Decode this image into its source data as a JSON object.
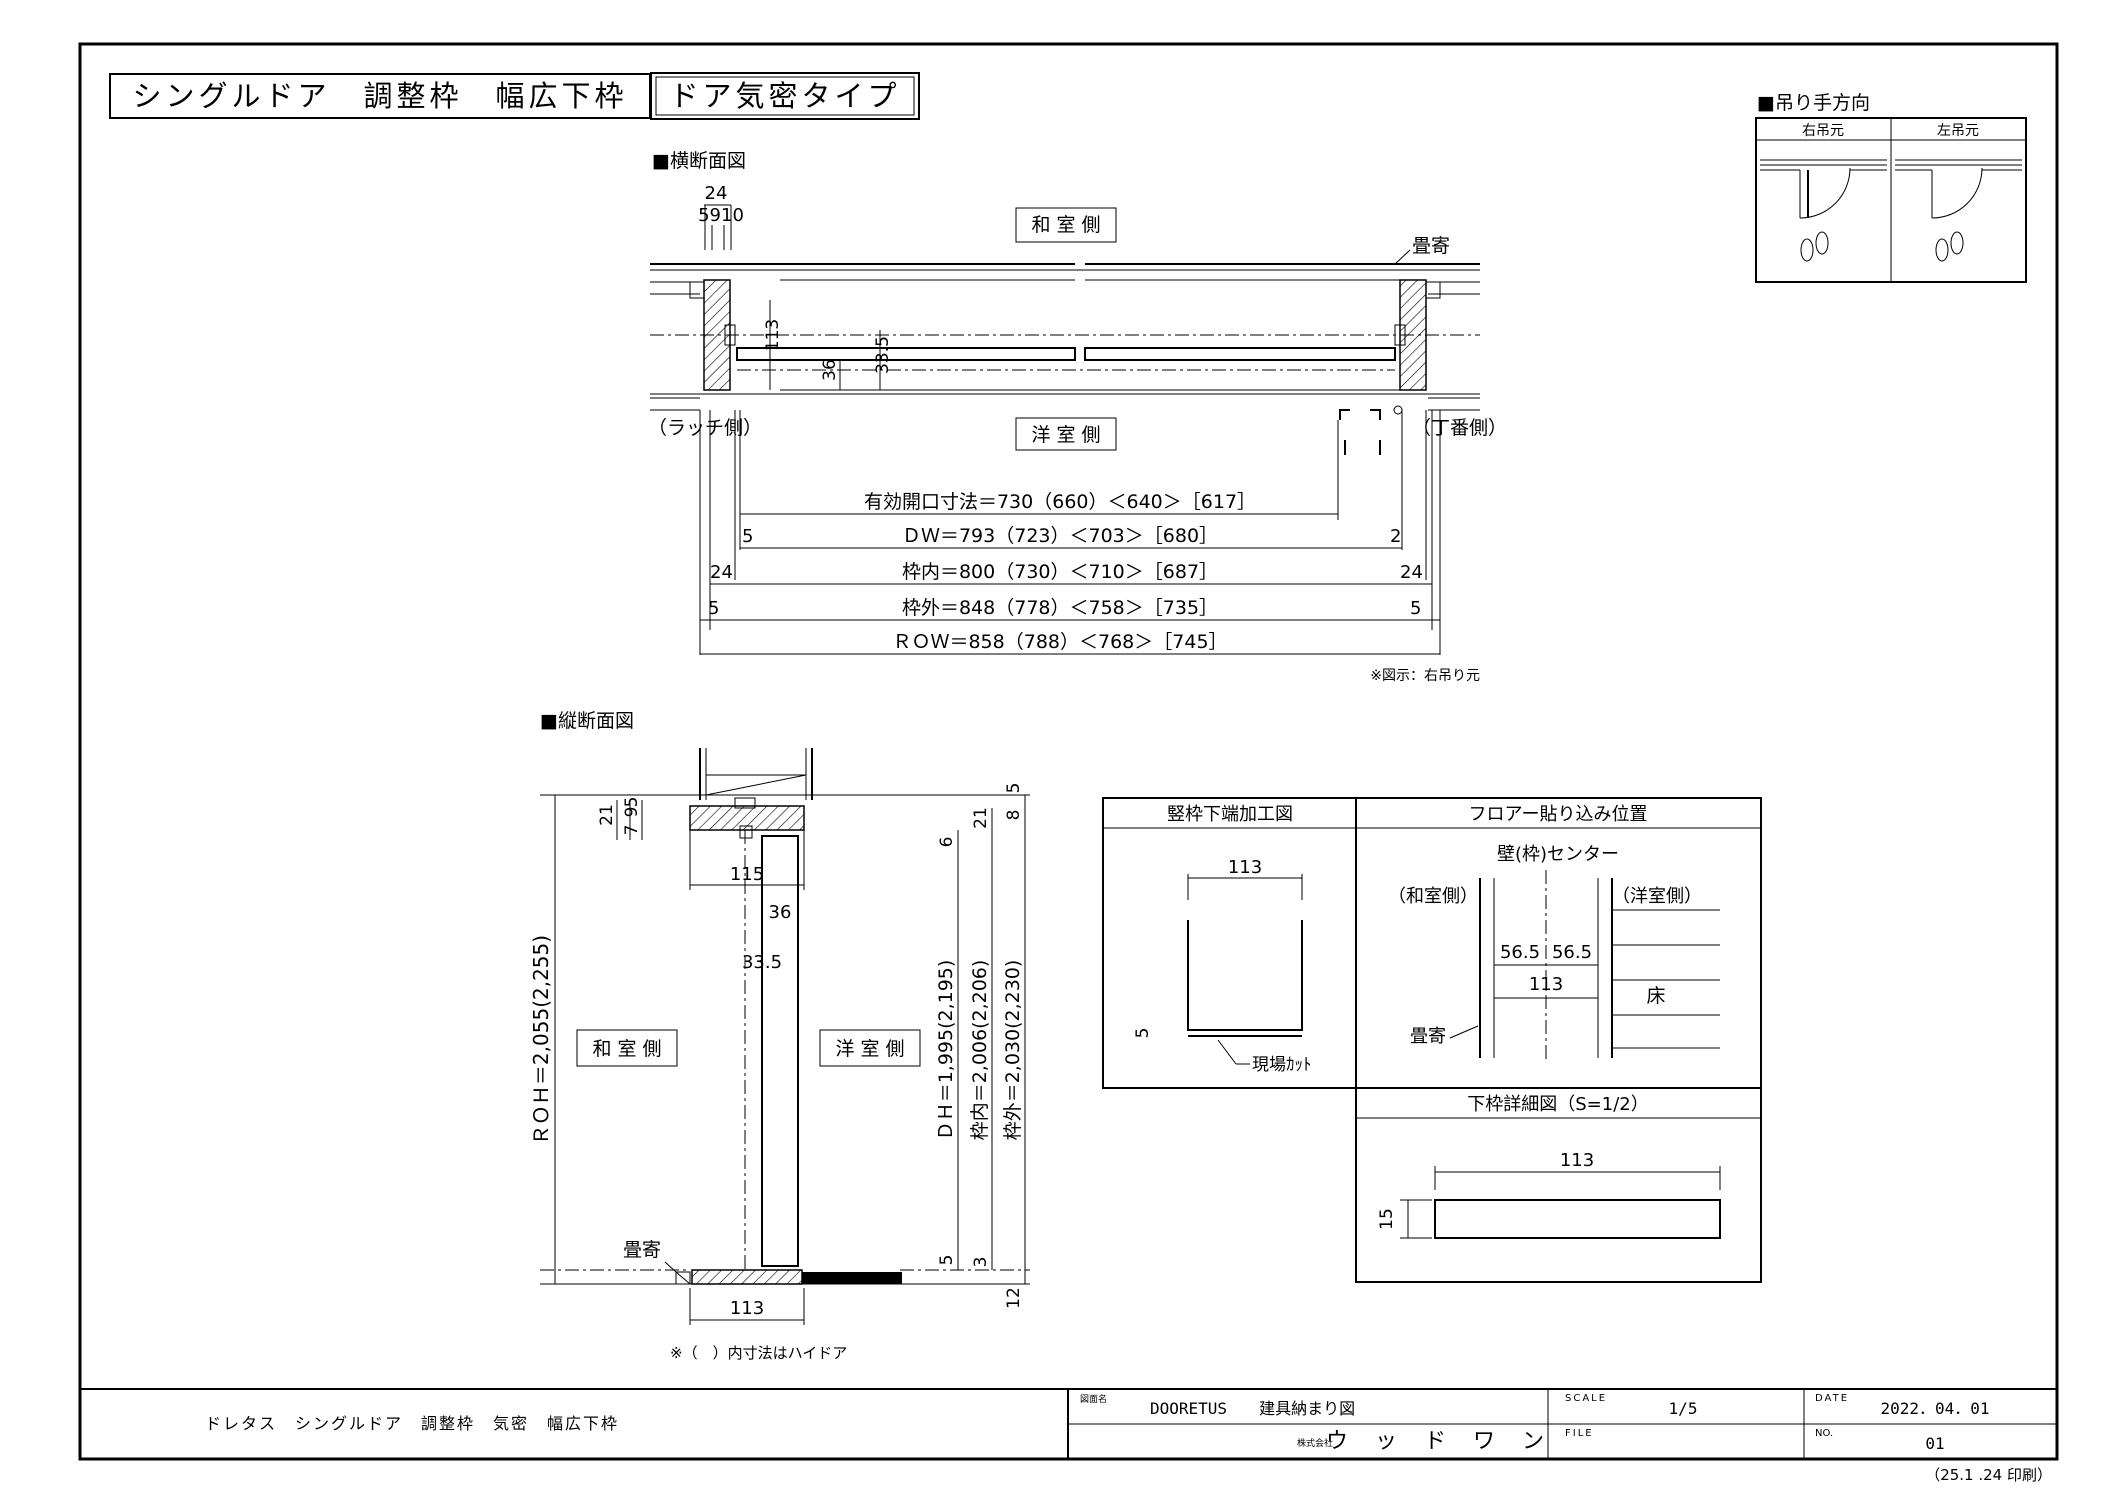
{
  "title": {
    "main": "シングルドア　調整枠　幅広下枠",
    "sub": "ドア気密タイプ"
  },
  "swing_direction": {
    "heading": "■吊り手方向",
    "right_label": "右吊元",
    "left_label": "左吊元"
  },
  "horizontal_section": {
    "heading": "■横断面図",
    "dim_24": "24",
    "dim_5910": "5910",
    "japanese_room": "和 室 側",
    "western_room": "洋 室 側",
    "tatami_edge": "畳寄",
    "latch_side": "（ラッチ側）",
    "hinge_side": "（丁番側）",
    "dim_113": "113",
    "dim_36": "36",
    "dim_33_5": "33.5",
    "effective_opening": "有効開口寸法＝730（660）＜640＞［617］",
    "dw": "ＤＷ＝793（723）＜703＞［680］",
    "frame_inner": "枠内＝800（730）＜710＞［687］",
    "frame_outer": "枠外＝848（778）＜758＞［735］",
    "row": "ＲＯＷ＝858（788）＜768＞［745］",
    "dw_left": "5",
    "dw_right": "2",
    "fi_left": "24",
    "fi_right": "24",
    "fo_left": "5",
    "fo_right": "5",
    "note": "※図示：右吊り元"
  },
  "vertical_section": {
    "heading": "■縦断面図",
    "japanese_room": "和 室 側",
    "western_room": "洋 室 側",
    "roh": "ＲＯＨ＝2,055(2,255)",
    "dh": "ＤＨ＝1,995(2,195)",
    "frame_inner": "枠内＝2,006(2,206)",
    "frame_outer": "枠外＝2,030(2,230)",
    "d_21": "21",
    "d_7": "7",
    "d_9": "9",
    "d_5a": "5",
    "d_21b": "21",
    "d_8": "8",
    "d_5top": "5",
    "d_6": "6",
    "d_115": "115",
    "d_36": "36",
    "d_33_5": "33.5",
    "d_5bottom": "5",
    "d_3": "3",
    "d_12": "12",
    "d_113": "113",
    "tatami_edge": "畳寄",
    "note": "※（　）内寸法はハイドア"
  },
  "detail_boxes": {
    "stile_title": "竪枠下端加工図",
    "stile_width": "113",
    "stile_cut_dim": "5",
    "stile_cut_label": "現場ｶｯﾄ",
    "floor_title": "フロアー貼り込み位置",
    "floor_center": "壁(枠)センター",
    "floor_jp": "（和室側）",
    "floor_west": "（洋室側）",
    "floor_half_left": "56.5",
    "floor_half_right": "56.5",
    "floor_total": "113",
    "floor_label": "床",
    "floor_tatami": "畳寄",
    "bottom_title": "下枠詳細図（S=1/2）",
    "bottom_width": "113",
    "bottom_height": "15"
  },
  "title_block": {
    "description": "ドレタス　シングルドア　調整枠　気密　幅広下枠",
    "drawing_name_label": "図面名",
    "drawing_name": "DOORETUS　　建具納まり図",
    "scale_label": "SCALE",
    "scale": "1/5",
    "date_label": "DATE",
    "date": "2022．04．01",
    "company_prefix": "株式会社",
    "company": "ウ ッ ド ワ ン",
    "file_label": "FILE",
    "no_label": "NO.",
    "no": "01",
    "print_note": "（25.1 .24 印刷）"
  }
}
